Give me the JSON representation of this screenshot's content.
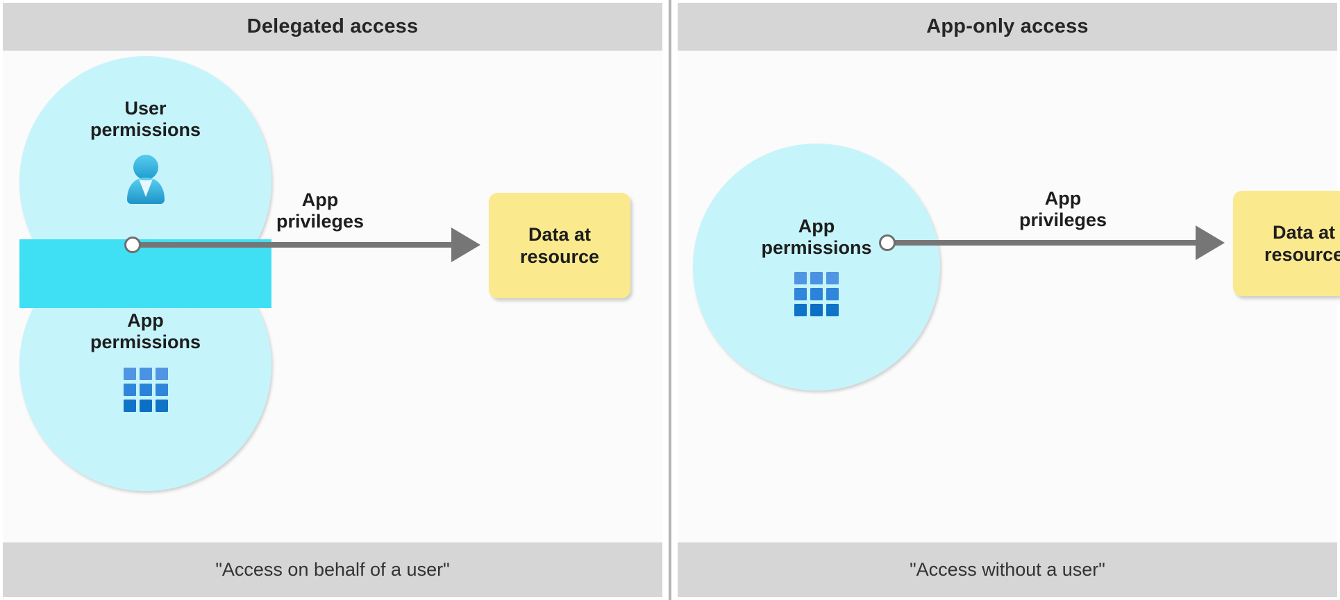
{
  "diagram": {
    "title_semantics": "delegated-vs-app-only-access",
    "panels": [
      {
        "header": "Delegated access",
        "caption": "\"Access on behalf of a user\"",
        "circles": [
          {
            "label": "User\npermissions",
            "icon": "user-icon"
          },
          {
            "label": "App\npermissions",
            "icon": "app-grid-icon"
          }
        ],
        "arrow_label": "App\nprivileges",
        "resource_label": "Data at\nresource"
      },
      {
        "header": "App-only access",
        "caption": "\"Access without a user\"",
        "circles": [
          {
            "label": "App\npermissions",
            "icon": "app-grid-icon"
          }
        ],
        "arrow_label": "App\nprivileges",
        "resource_label": "Data at\nresource"
      }
    ],
    "colors": {
      "header_bar": "#d6d6d6",
      "panel_body": "#fbfbfb",
      "circle_fill": "#c6f4fb",
      "lens_fill": "#3fdff4",
      "resource_fill": "#fbe98e",
      "arrow": "#767676",
      "icon_blue_light": "#49c3e8",
      "icon_blue_dark": "#1f87c9",
      "grid_blue_top": "#4e95e0",
      "grid_blue_bottom": "#1073c8",
      "text": "#1d1d1d"
    }
  }
}
